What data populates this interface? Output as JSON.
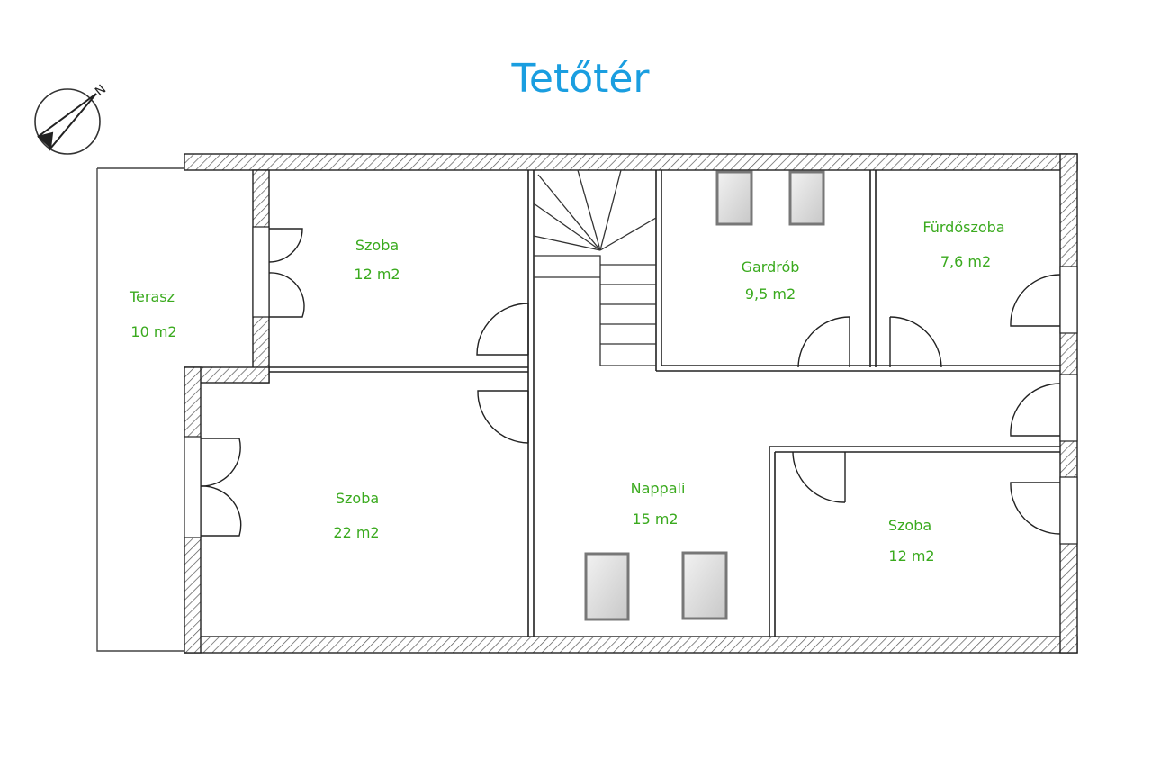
{
  "title": "Tetőtér",
  "colors": {
    "title": "#1a9ee0",
    "label": "#3aaa1e",
    "wall": "#222222",
    "hatch": "#555555",
    "skylight_fill": "#dcdcdc",
    "skylight_border": "#777777"
  },
  "rooms": [
    {
      "id": "terasz",
      "name": "Terasz",
      "area": "10 m2"
    },
    {
      "id": "szoba-1",
      "name": "Szoba",
      "area": "12 m2"
    },
    {
      "id": "szoba-2",
      "name": "Szoba",
      "area": "22 m2"
    },
    {
      "id": "gardrob",
      "name": "Gardrób",
      "area": "9,5 m2"
    },
    {
      "id": "furdoszoba",
      "name": "Fürdőszoba",
      "area": "7,6 m2"
    },
    {
      "id": "nappali",
      "name": "Nappali",
      "area": "15 m2"
    },
    {
      "id": "szoba-3",
      "name": "Szoba",
      "area": "12 m2"
    }
  ],
  "compass": {
    "label": "N",
    "icon": "north-arrow-icon"
  }
}
